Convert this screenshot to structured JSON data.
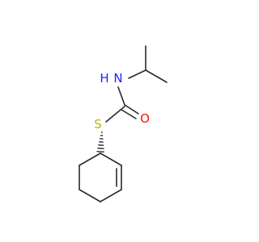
{
  "molecule": {
    "atoms": {
      "nitrogen": {
        "symbol": "N",
        "implicit_h": "H",
        "color": "#1f1fff"
      },
      "oxygen": {
        "symbol": "O",
        "color": "#ff0d0d"
      },
      "sulfur": {
        "symbol": "S",
        "color": "#b8b800"
      }
    },
    "bond_color": "#2a2a2a",
    "stereo": {
      "type": "hashed-wedge"
    }
  }
}
